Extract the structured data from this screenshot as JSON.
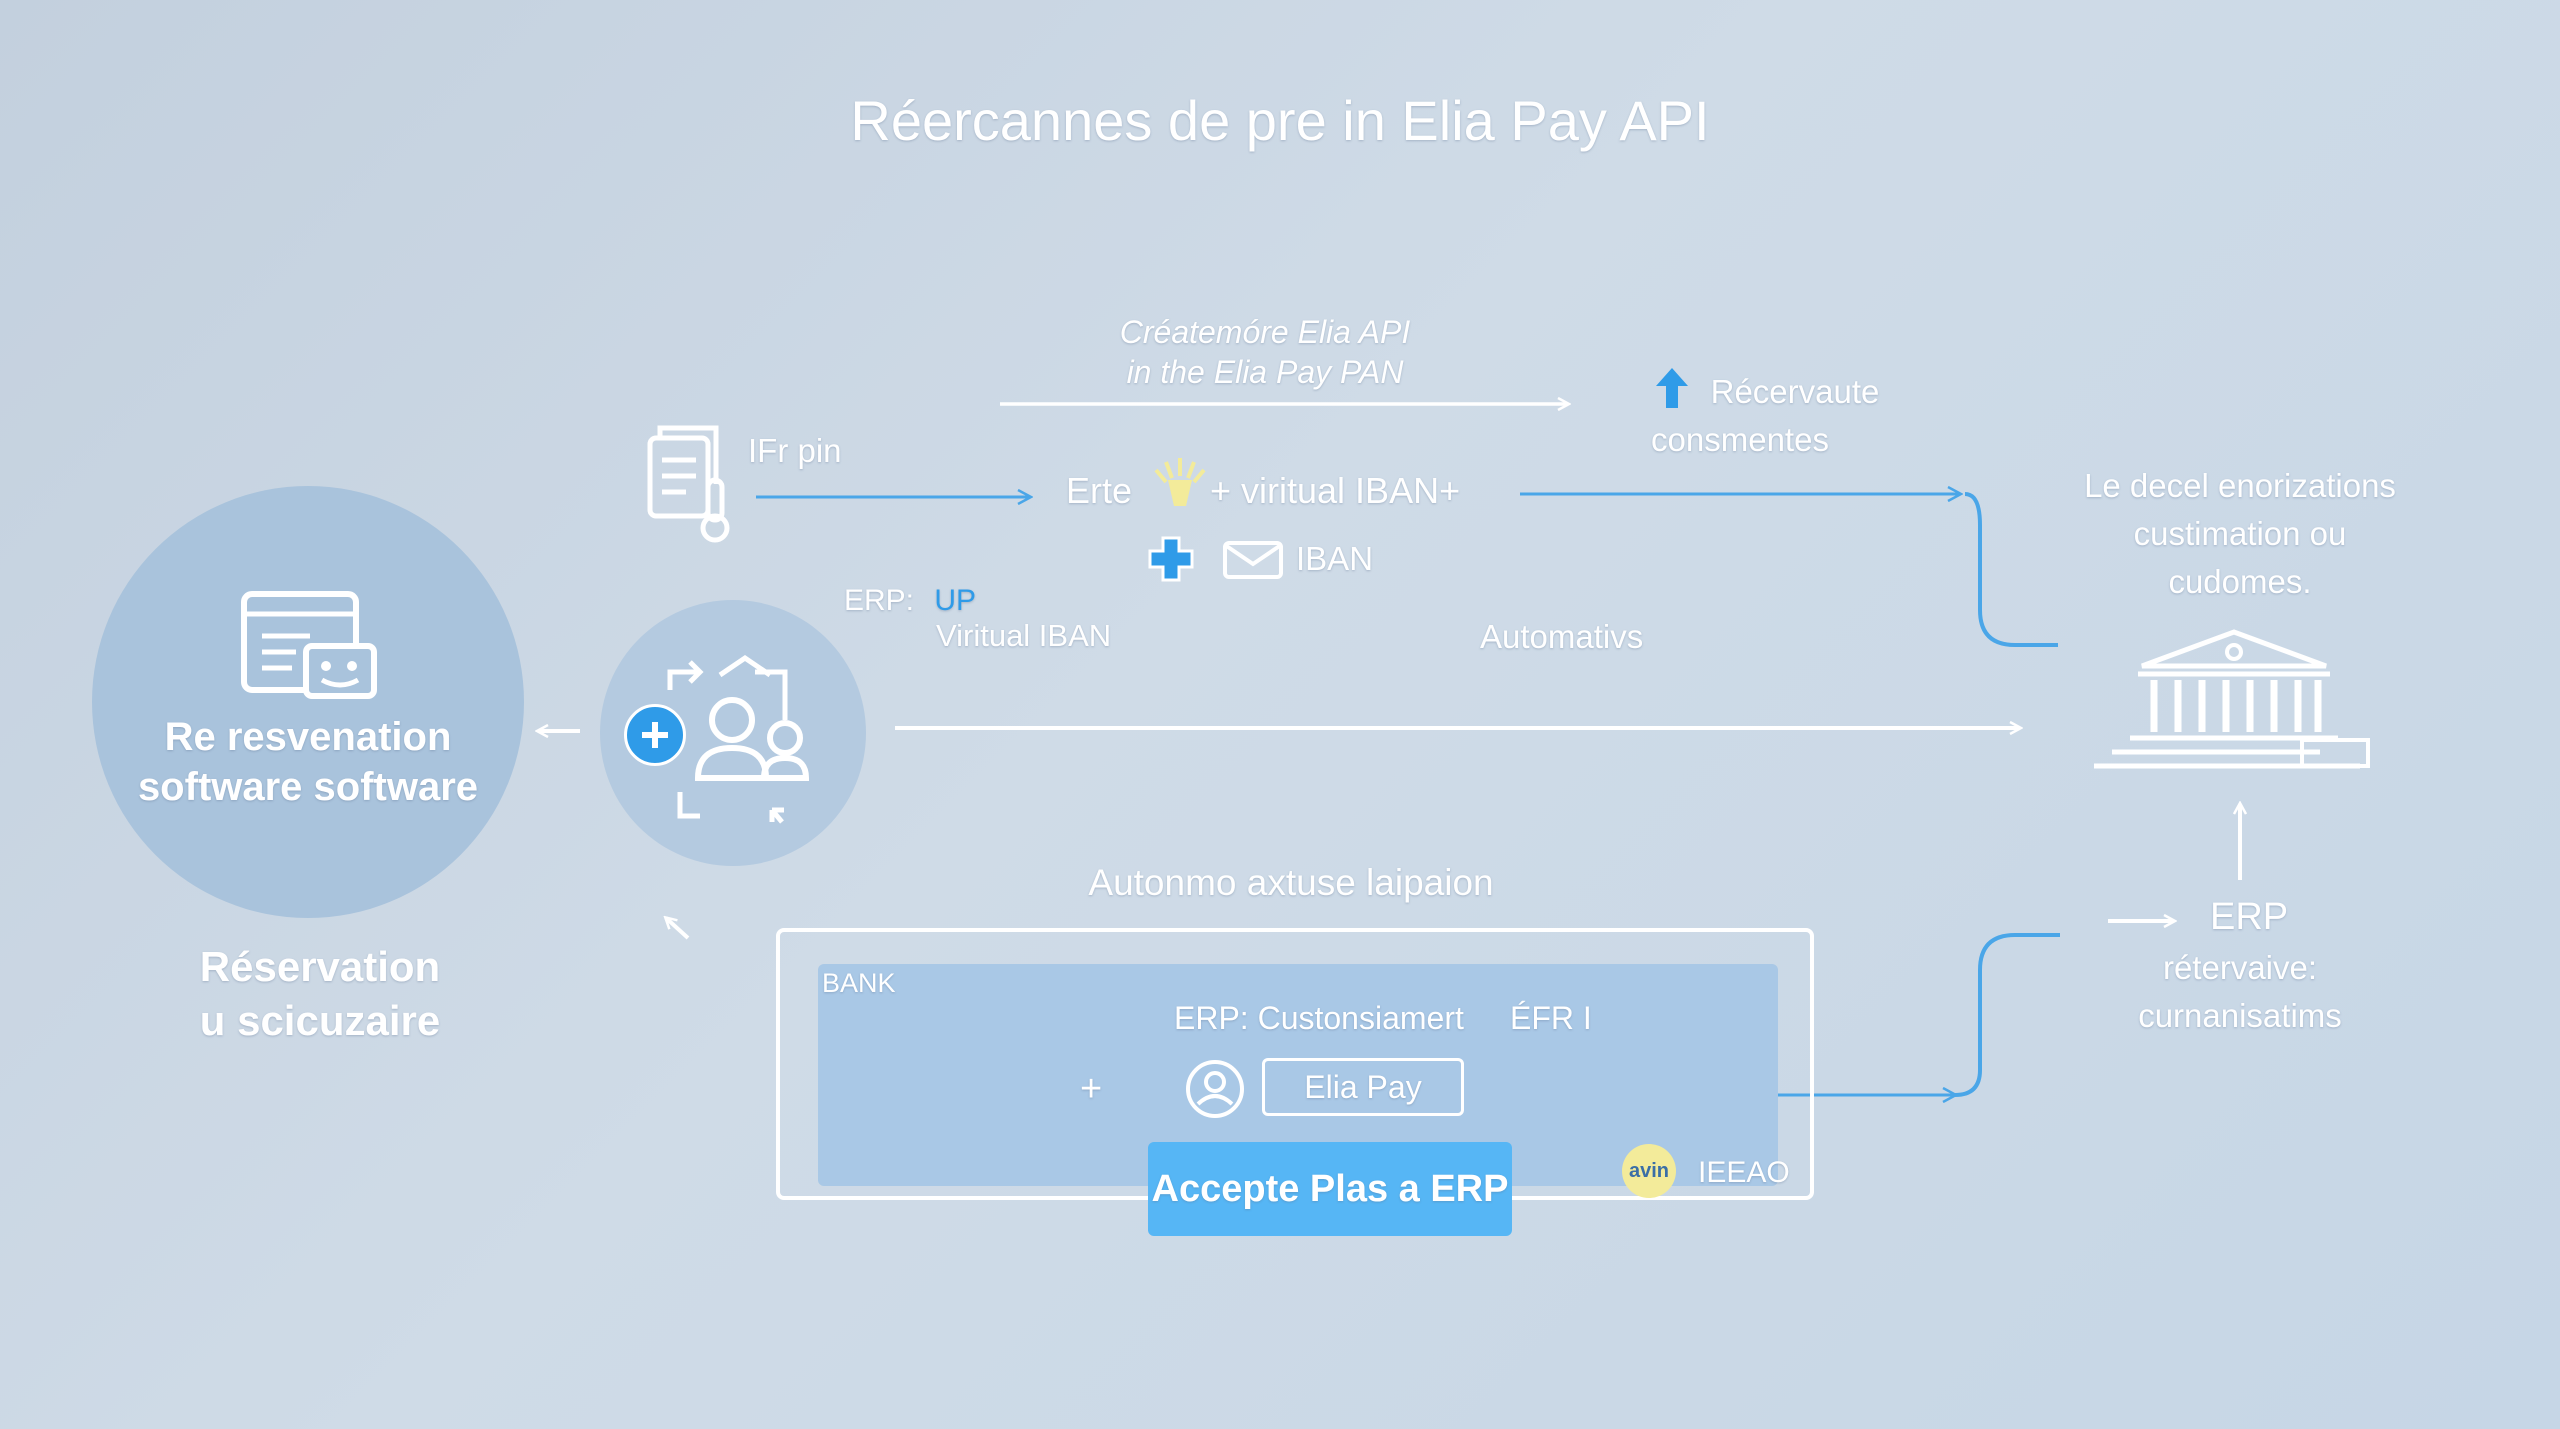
{
  "title": "Réercannes de pre in Elia Pay API",
  "left_node": {
    "circle_label": [
      "Re resvenation",
      "software software"
    ],
    "caption": [
      "Réservation",
      "u scicuzaire"
    ]
  },
  "top_flow": {
    "label": [
      "Créatemóre Elia API",
      "in the Elia Pay PAN"
    ],
    "upload_label": [
      "Récervaute",
      "consmentes"
    ]
  },
  "request": {
    "label": "IFr pin",
    "erte": "Erte",
    "virtual_iban": "+ viritual IBAN+",
    "iban": "IBAN"
  },
  "erp_label": {
    "prefix": "ERP:",
    "up": "UP",
    "virtual": "Viritual IBAN"
  },
  "automation_label": "Automativs",
  "right_node": {
    "caption": [
      "Le decel enorizations",
      "custimation ou",
      "cudomes."
    ],
    "erp": "ERP",
    "erp_caption": [
      "rétervaive:",
      "curnanisatims"
    ]
  },
  "bank_panel": {
    "heading": "Autonmo axtuse laipaion",
    "bank_label": "BANK",
    "erp_line": "ERP: Custonsiamert",
    "efr": "ÉFR I",
    "plus": "+",
    "elia_pay": "Elia Pay",
    "accept_button": "Accepte Plas a ERP",
    "badge": "avin",
    "badge_text": "IEEAO"
  },
  "colors": {
    "accent_blue": "#2f9be8",
    "line_blue": "#4aa6e8",
    "button_blue": "#56b6f5",
    "circle": "#a9c3dc",
    "panel": "#a9c8e6",
    "badge": "#f3eb9a"
  }
}
